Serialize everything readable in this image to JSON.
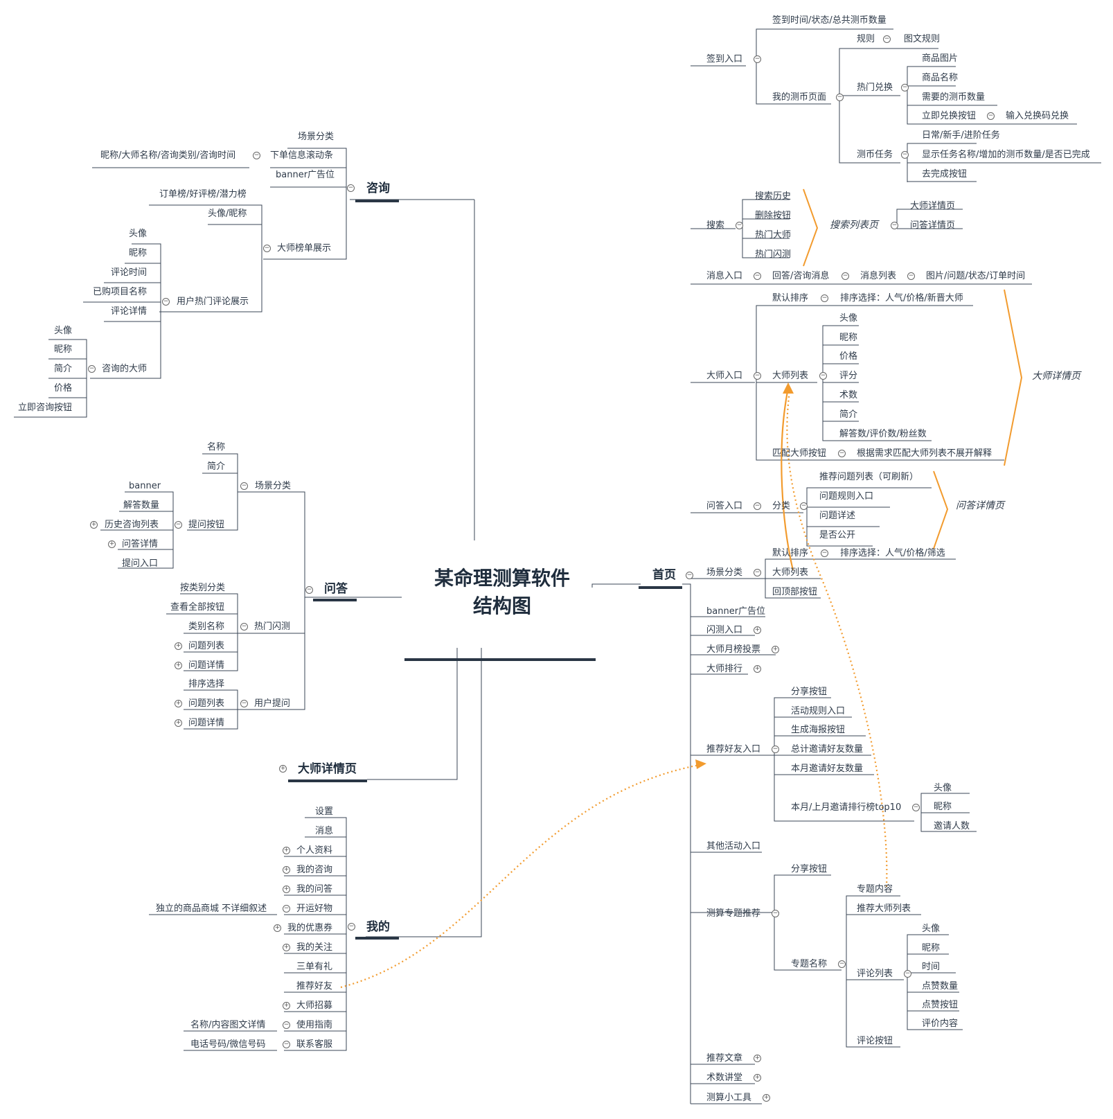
{
  "title": {
    "line1": "某命理测算软件",
    "line2": "结构图"
  },
  "branches": {
    "home": "首页",
    "consult": "咨询",
    "qa": "问答",
    "master_detail": "大师详情页",
    "mine": "我的"
  },
  "home": {
    "checkin": "签到入口",
    "checkin_time": "签到时间/状态/总共测币数量",
    "my_coin_page": "我的测币页面",
    "rules": "规则",
    "rules_text": "图文规则",
    "hot_exchange": "热门兑换",
    "product_image": "商品图片",
    "product_name": "商品名称",
    "coin_required": "需要的测币数量",
    "exchange_now": "立即兑换按钮",
    "input_code": "输入兑换码兑换",
    "coin_tasks": "测币任务",
    "task_types": "日常/新手/进阶任务",
    "task_detail": "显示任务名称/增加的测币数量/是否已完成",
    "go_complete": "去完成按钮",
    "search": "搜索",
    "search_history": "搜索历史",
    "delete_button": "删除按钮",
    "hot_master": "热门大师",
    "hot_flash": "热门闪测",
    "search_list_page": "搜索列表页",
    "master_detail_page": "大师详情页",
    "qa_detail_page": "问答详情页",
    "message_entry": "消息入口",
    "reply_msg": "回答/咨询消息",
    "message_list": "消息列表",
    "message_detail": "图片/问题/状态/订单时间",
    "master_entry": "大师入口",
    "default_sort": "默认排序",
    "sort_choice": "排序选择：人气/价格/新晋大师",
    "master_list": "大师列表",
    "avatar": "头像",
    "nickname": "昵称",
    "price": "价格",
    "rating": "评分",
    "skill": "术数",
    "intro": "简介",
    "answer_stats": "解答数/评价数/粉丝数",
    "match_master": "匹配大师按钮",
    "match_desc": "根据需求匹配大师列表不展开解释",
    "master_detail_brace": "大师详情页",
    "qa_entry": "问答入口",
    "category": "分类",
    "recommend_questions": "推荐问题列表（可刷新）",
    "question_rules": "问题规则入口",
    "question_desc": "问题详述",
    "is_public": "是否公开",
    "qa_detail_brace": "问答详情页",
    "scene_category": "场景分类",
    "scene_default_sort": "默认排序",
    "scene_sort_choice": "排序选择：人气/价格/筛选",
    "scene_master_list": "大师列表",
    "back_to_top": "回顶部按钮",
    "banner_ad": "banner广告位",
    "flash_entry": "闪测入口",
    "master_monthly_vote": "大师月榜投票",
    "master_rank": "大师排行",
    "refer_entry": "推荐好友入口",
    "share_button": "分享按钮",
    "activity_rules": "活动规则入口",
    "gen_poster": "生成海报按钮",
    "total_invites": "总计邀请好友数量",
    "month_invites": "本月邀请好友数量",
    "invite_rank": "本月/上月邀请排行榜top10",
    "rank_avatar": "头像",
    "rank_nickname": "昵称",
    "rank_invites": "邀请人数",
    "other_activity": "其他活动入口",
    "topic_recommend": "测算专题推荐",
    "topic_share": "分享按钮",
    "topic_name": "专题名称",
    "topic_content": "专题内容",
    "topic_master_list": "推荐大师列表",
    "comment_list": "评论列表",
    "c_avatar": "头像",
    "c_nickname": "昵称",
    "c_time": "时间",
    "c_likes": "点赞数量",
    "c_like_button": "点赞按钮",
    "c_content": "评价内容",
    "comment_button": "评论按钮",
    "recommend_articles": "推荐文章",
    "skill_lecture": "术数讲堂",
    "tools": "测算小工具"
  },
  "consult": {
    "scene_category": "场景分类",
    "order_ticker": "下单信息滚动条",
    "ticker_detail": "昵称/大师名称/咨询类别/咨询时间",
    "banner_ad": "banner广告位",
    "rank_types": "订单榜/好评榜/潜力榜",
    "avatar_nick": "头像/昵称",
    "master_rank_show": "大师榜单展示",
    "hot_comments": "用户热门评论展示",
    "hc_avatar": "头像",
    "hc_nickname": "昵称",
    "hc_time": "评论时间",
    "hc_purchased": "已购项目名称",
    "hc_detail": "评论详情",
    "consulted_master": "咨询的大师",
    "cm_avatar": "头像",
    "cm_nickname": "昵称",
    "cm_intro": "简介",
    "cm_price": "价格",
    "cm_consult_now": "立即咨询按钮"
  },
  "qa": {
    "scene_category": "场景分类",
    "name": "名称",
    "intro": "简介",
    "ask_button": "提问按钮",
    "banner": "banner",
    "answer_count": "解答数量",
    "history_list": "历史咨询列表",
    "qa_detail": "问答详情",
    "ask_entry": "提问入口",
    "hot_flash": "热门闪测",
    "by_category": "按类别分类",
    "view_all": "查看全部按钮",
    "category_name": "类别名称",
    "question_list": "问题列表",
    "question_detail": "问题详情",
    "user_questions": "用户提问",
    "sort_choice": "排序选择",
    "uq_question_list": "问题列表",
    "uq_question_detail": "问题详情"
  },
  "mine": {
    "settings": "设置",
    "messages": "消息",
    "profile": "个人资料",
    "my_consults": "我的咨询",
    "my_qa": "我的问答",
    "lucky_goods": "开运好物",
    "goods_note": "独立的商品商城 不详细叙述",
    "coupons": "我的优惠券",
    "follows": "我的关注",
    "three_orders": "三单有礼",
    "refer_friends": "推荐好友",
    "master_recruit": "大师招募",
    "guide": "使用指南",
    "guide_note": "名称/内容图文详情",
    "support": "联系客服",
    "support_note": "电话号码/微信号码"
  },
  "colors": {
    "line": "#2f3b4a",
    "accent": "#f29b2e",
    "text": "#2f3b4a"
  }
}
